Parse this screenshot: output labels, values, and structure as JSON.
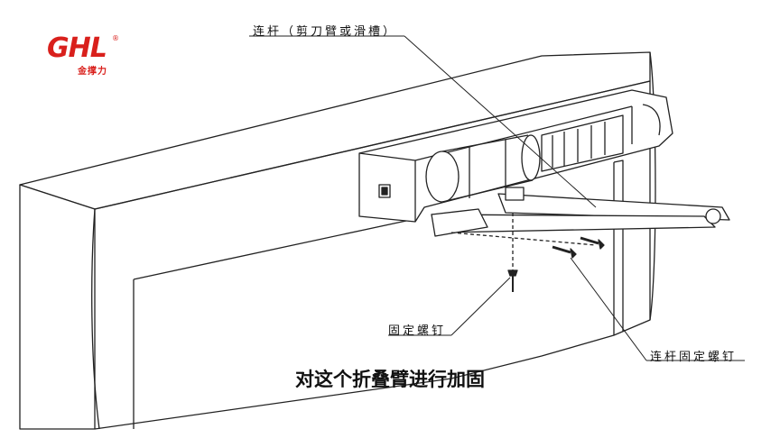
{
  "logo": {
    "mark": "GHL",
    "registered": "®",
    "subtext": "金撑力"
  },
  "labels": {
    "linkage": "连杆（剪刀臂或滑槽）",
    "fixing_screw": "固定螺钉",
    "linkage_fixing_screw": "连杆固定螺钉"
  },
  "subtitle": "对这个折叠臂进行加固",
  "colors": {
    "brand_red": "#d9201c",
    "line": "#222222"
  }
}
